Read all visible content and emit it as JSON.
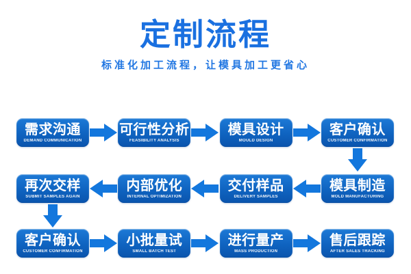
{
  "header": {
    "title": "定制流程",
    "subtitle": "标准化加工流程，让模具加工更省心"
  },
  "colors": {
    "title_blue": "#1a70e0",
    "subtitle_blue": "#2277e2",
    "box_gradient_top": "#1d7ad6",
    "box_gradient_bottom": "#0a54ad",
    "arrow_blue": "#1377dd",
    "box_text": "#ffffff",
    "background": "#ffffff"
  },
  "flow": {
    "rows": [
      {
        "direction": "right",
        "boxes": [
          {
            "zh": "需求沟通",
            "en": "DEMAND COMMUNICATION"
          },
          {
            "zh": "可行性分析",
            "en": "FEASIBILITY ANALYSIS"
          },
          {
            "zh": "模具设计",
            "en": "MOULD DESIGN"
          },
          {
            "zh": "客户确认",
            "en": "CUSTOMER CONFIRMATION"
          }
        ]
      },
      {
        "direction": "left",
        "boxes": [
          {
            "zh": "再次交样",
            "en": "SUBMIT SAMPLES AGAIN"
          },
          {
            "zh": "内部优化",
            "en": "INTERNAL OPTIMIZATION"
          },
          {
            "zh": "交付样品",
            "en": "DELIVERY SAMPLES"
          },
          {
            "zh": "模具制造",
            "en": "MOLD MANUFACTURING"
          }
        ]
      },
      {
        "direction": "right",
        "boxes": [
          {
            "zh": "客户确认",
            "en": "CUSTOMER CONFIRMATION"
          },
          {
            "zh": "小批量试",
            "en": "SMALL BATCH TEST"
          },
          {
            "zh": "进行量产",
            "en": "MASS PRODUCTION"
          },
          {
            "zh": "售后跟踪",
            "en": "AFTER SALES TRACKING"
          }
        ]
      }
    ],
    "down_connectors": [
      {
        "after_row": 1,
        "column": 4,
        "side": "right"
      },
      {
        "after_row": 2,
        "column": 1,
        "side": "left"
      }
    ]
  }
}
